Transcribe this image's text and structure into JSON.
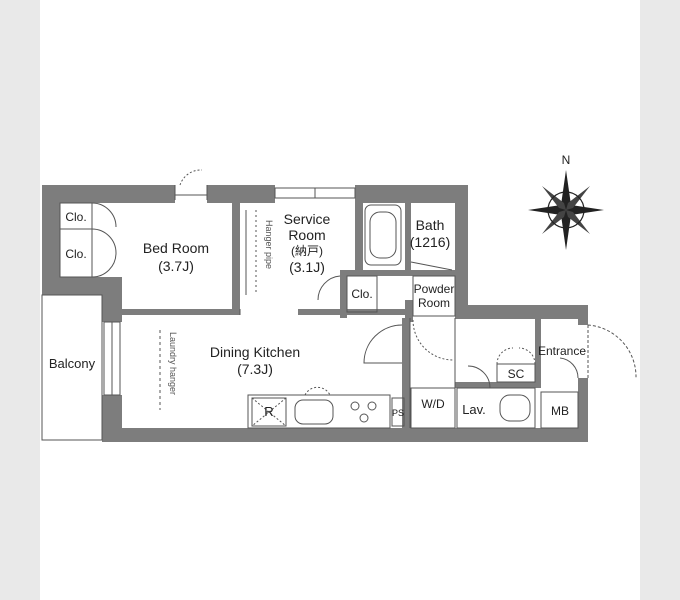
{
  "floorplan": {
    "compass": {
      "north_label": "N"
    },
    "rooms": {
      "bed_room": {
        "name": "Bed Room",
        "size": "(3.7J)"
      },
      "service_room": {
        "name_line1": "Service",
        "name_line2": "Room",
        "note": "(納戸)",
        "size": "(3.1J)"
      },
      "bath": {
        "name": "Bath",
        "size": "(1216)"
      },
      "powder_room": {
        "line1": "Powder",
        "line2": "Room"
      },
      "dining_kitchen": {
        "name": "Dining Kitchen",
        "size": "(7.3J)"
      },
      "balcony": {
        "name": "Balcony"
      },
      "entrance": {
        "name": "Entrance"
      }
    },
    "fixtures": {
      "closet_top": "Clo.",
      "closet_mid": "Clo.",
      "closet_service": "Clo.",
      "hanger_pipe": "Hanger pipe",
      "laundry_hanger": "Laundry hanger",
      "refrigerator": "R",
      "pipe_space": "PS",
      "washer_dryer": "W/D",
      "lavatory": "Lav.",
      "shoe_cabinet": "SC",
      "meter_box": "MB"
    },
    "colors": {
      "wall": "#7d7d7d",
      "line": "#555555",
      "paper": "#ffffff",
      "background": "#e9e9e9"
    }
  }
}
